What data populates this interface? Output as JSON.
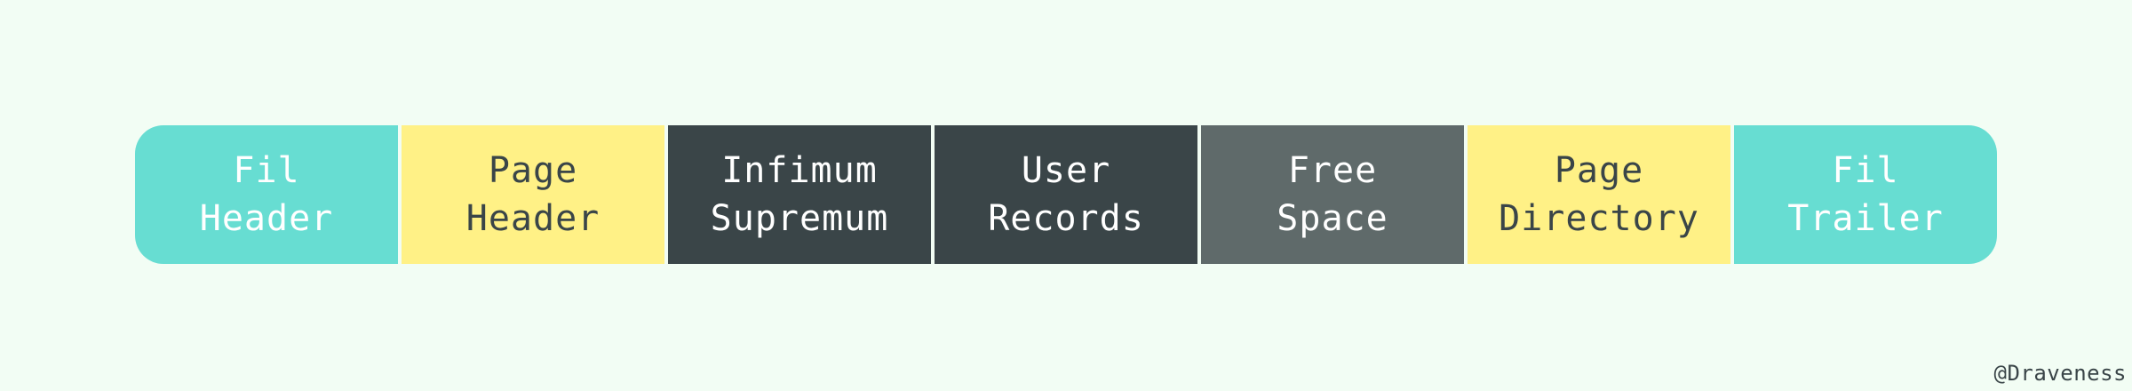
{
  "diagram": {
    "segments": [
      {
        "line1": "Fil",
        "line2": "Header",
        "fill": "#67ddd2",
        "text_color": "#ffffff"
      },
      {
        "line1": "Page",
        "line2": "Header",
        "fill": "#fff186",
        "text_color": "#3a4548"
      },
      {
        "line1": "Infimum",
        "line2": "Supremum",
        "fill": "#3a4548",
        "text_color": "#ffffff"
      },
      {
        "line1": "User",
        "line2": "Records",
        "fill": "#3a4548",
        "text_color": "#ffffff"
      },
      {
        "line1": "Free",
        "line2": "Space",
        "fill": "#5f6a6a",
        "text_color": "#ffffff"
      },
      {
        "line1": "Page",
        "line2": "Directory",
        "fill": "#fff186",
        "text_color": "#3a4548"
      },
      {
        "line1": "Fil",
        "line2": "Trailer",
        "fill": "#67ddd2",
        "text_color": "#ffffff"
      }
    ]
  },
  "watermark": "@Draveness"
}
